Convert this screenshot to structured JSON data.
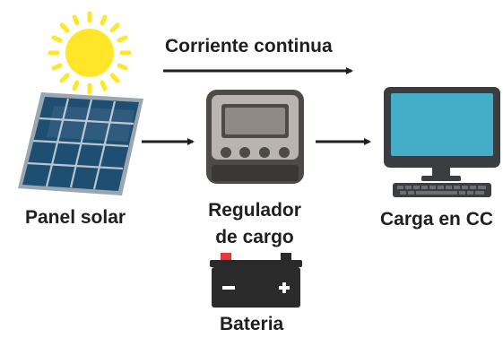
{
  "diagram": {
    "title": "Corriente continua",
    "nodes": {
      "panel": {
        "label": "Panel solar"
      },
      "regulator": {
        "label_line1": "Regulador",
        "label_line2": "de cargo"
      },
      "load": {
        "label": "Carga en CC"
      },
      "battery": {
        "label": "Bateria"
      }
    },
    "edges": [
      {
        "from": "panel",
        "to": "regulator"
      },
      {
        "from": "regulator",
        "to": "load"
      }
    ],
    "icons": [
      "sun-icon",
      "solar-panel-icon",
      "charge-regulator-icon",
      "computer-icon",
      "battery-icon"
    ],
    "colors": {
      "sun": "#FFE629",
      "panel_cell": "#1E4F73",
      "regulator_body": "#4D4A47",
      "monitor_screen": "#44AEC9",
      "battery_terminal_positive": "#E53935",
      "arrow": "#1f1f1f"
    }
  }
}
